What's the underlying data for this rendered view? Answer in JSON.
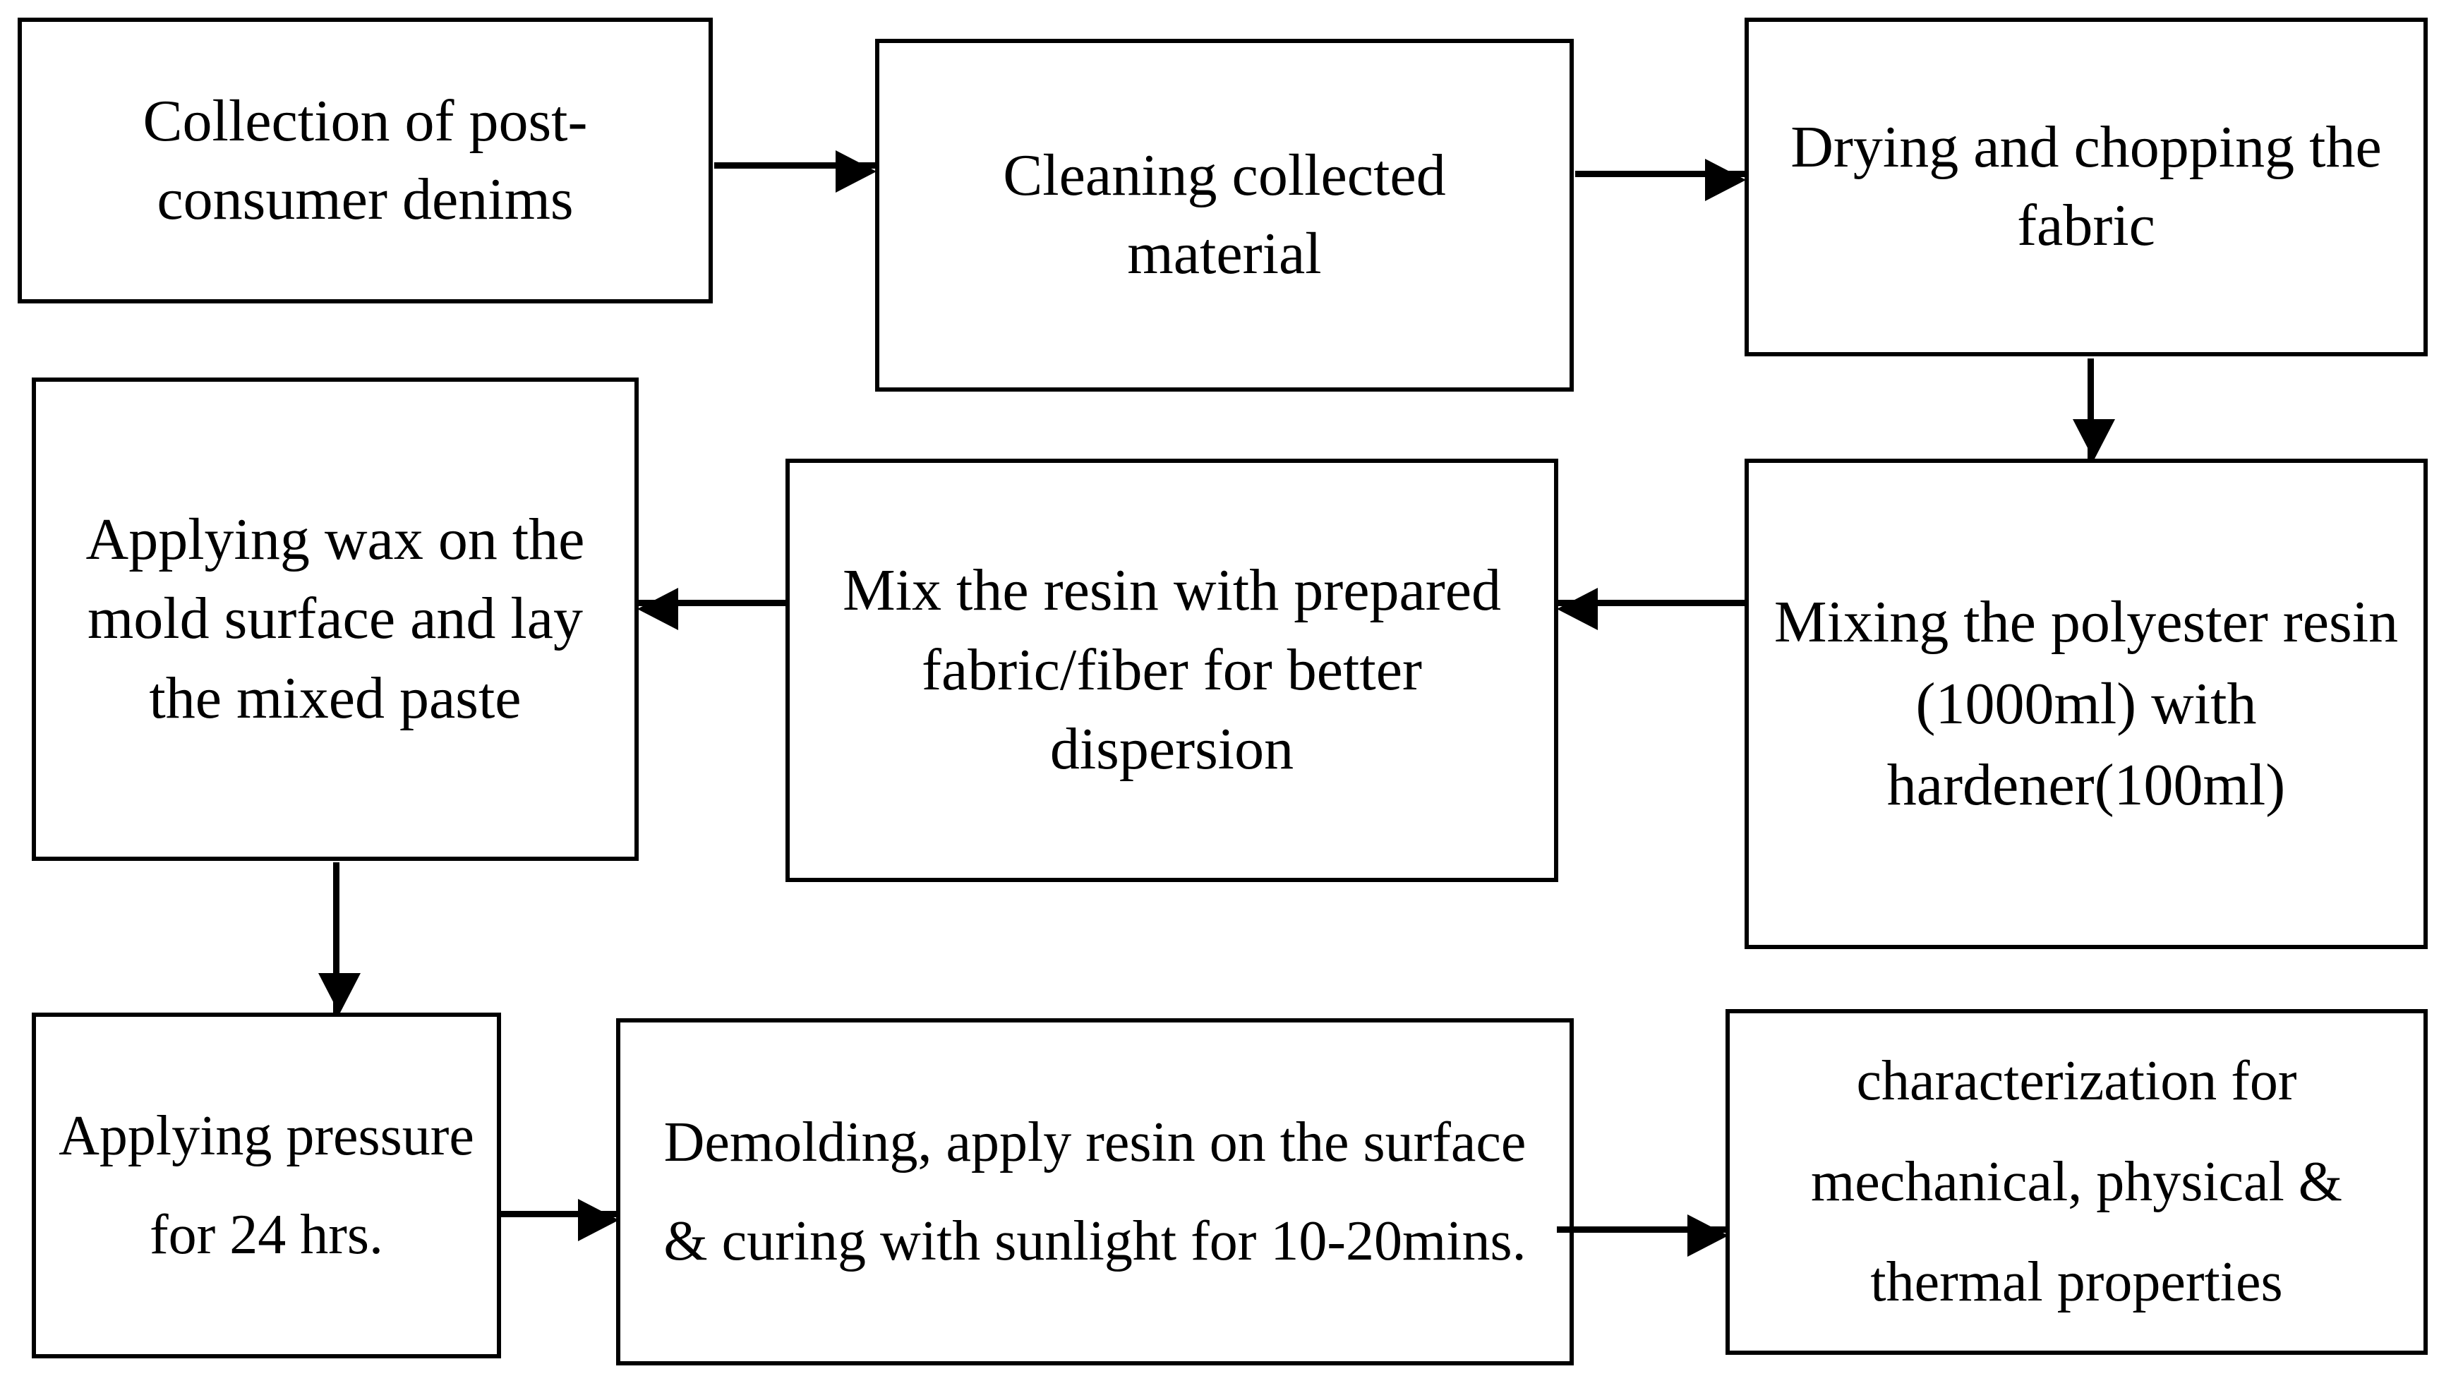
{
  "diagram": {
    "type": "flowchart",
    "title": "Denim composite fabrication process flow",
    "background_color": "#ffffff",
    "line_color": "#000000",
    "text_color": "#000000",
    "nodes": [
      {
        "id": "n1",
        "label": "Collection of post-consumer denims"
      },
      {
        "id": "n2",
        "label": "Cleaning collected material"
      },
      {
        "id": "n3",
        "label": "Drying and chopping the fabric"
      },
      {
        "id": "n4",
        "label": "Applying wax on the mold surface and lay the mixed paste"
      },
      {
        "id": "n5",
        "label": "Mix the resin with prepared fabric/fiber for better dispersion"
      },
      {
        "id": "n6",
        "label": "Mixing the polyester resin (1000ml) with hardener(100ml)"
      },
      {
        "id": "n7",
        "label": "Applying pressure for 24 hrs."
      },
      {
        "id": "n8",
        "label": "Demolding, apply resin on the surface & curing with sunlight for 10-20mins."
      },
      {
        "id": "n9",
        "label": "characterization for mechanical, physical & thermal properties"
      }
    ],
    "edges": [
      {
        "from": "n1",
        "to": "n2",
        "direction": "right",
        "icon": "arrow-right-icon"
      },
      {
        "from": "n2",
        "to": "n3",
        "direction": "right",
        "icon": "arrow-right-icon"
      },
      {
        "from": "n3",
        "to": "n6",
        "direction": "down",
        "icon": "arrow-down-icon"
      },
      {
        "from": "n6",
        "to": "n5",
        "direction": "left",
        "icon": "arrow-left-icon"
      },
      {
        "from": "n5",
        "to": "n4",
        "direction": "left",
        "icon": "arrow-left-icon"
      },
      {
        "from": "n4",
        "to": "n7",
        "direction": "down",
        "icon": "arrow-down-icon"
      },
      {
        "from": "n7",
        "to": "n8",
        "direction": "right",
        "icon": "arrow-right-icon"
      },
      {
        "from": "n8",
        "to": "n9",
        "direction": "right",
        "icon": "arrow-right-icon"
      }
    ]
  }
}
